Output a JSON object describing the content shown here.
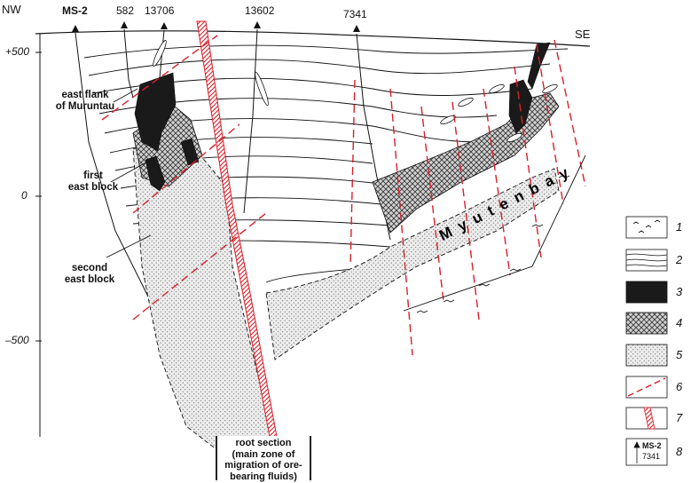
{
  "orientation": {
    "left": "NW",
    "right": "SE"
  },
  "elevation_ticks": [
    "+500",
    "0",
    "–500"
  ],
  "wells": {
    "ms2": "MS-2",
    "w582": "582",
    "w13706": "13706",
    "w13602": "13602",
    "w7341": "7341"
  },
  "annotations": {
    "east_flank_1": "east flank",
    "east_flank_2": "of Muruntau",
    "first_block_1": "first",
    "first_block_2": "east block",
    "second_block_1": "second",
    "second_block_2": "east block",
    "myutenbay": "Myutenbay",
    "root_1": "root section",
    "root_2": "(main zone of",
    "root_3": "migration of ore-",
    "root_4": "bearing fluids)"
  },
  "legend": {
    "n1": "1",
    "n2": "2",
    "n3": "3",
    "n4": "4",
    "n5": "5",
    "n6": "6",
    "n7": "7",
    "n8": "8",
    "sample_well": "MS-2",
    "sample_num": "7341"
  },
  "colors": {
    "fault": "#d8202a",
    "orebody": "#1a1a1a",
    "hatch": "#333333",
    "stipple_bg": "#ececec"
  }
}
